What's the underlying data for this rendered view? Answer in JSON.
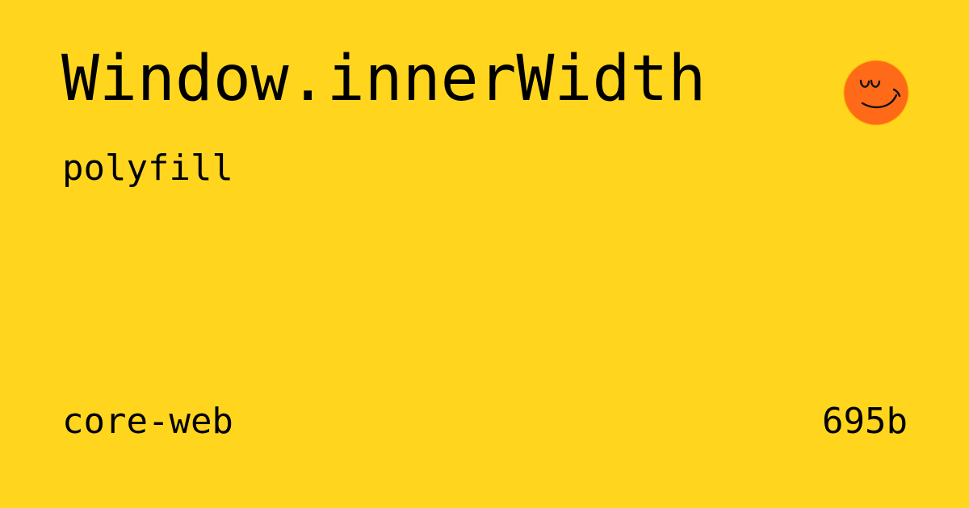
{
  "card": {
    "title": "Window.innerWidth",
    "subtitle": "polyfill",
    "package": "core-web",
    "size": "695b",
    "logo_icon": "smiley-face-icon"
  },
  "colors": {
    "background": "#FFD51E",
    "text": "#000000",
    "logo_fill": "#FF6A18"
  }
}
